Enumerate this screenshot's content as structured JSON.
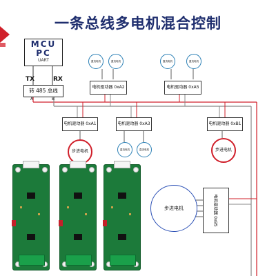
{
  "title": "一条总线多电机混合控制",
  "mcu": {
    "line1": "MCU",
    "line2": "PC",
    "uart": "UART"
  },
  "tx": "TX",
  "rx": "RX",
  "bus_box": "转 485 总线",
  "pin_a": "A",
  "pin_b": "B",
  "drivers": {
    "x2": "电机驱动器 0xA2",
    "x5": "电机驱动器 0xA5",
    "a1": "电机驱动器 0xA1",
    "a3": "电机驱动器 0xA3",
    "b1": "电机驱动器 0xB1",
    "b5": "电机驱动器 0xB5"
  },
  "dc_motor": "直流电机",
  "stepper": "步进电机",
  "colors": {
    "title": "#1f2e6e",
    "bus_red": "#d01f2a",
    "bus_gray": "#888888",
    "pcb_green": "#1c7a3a"
  }
}
